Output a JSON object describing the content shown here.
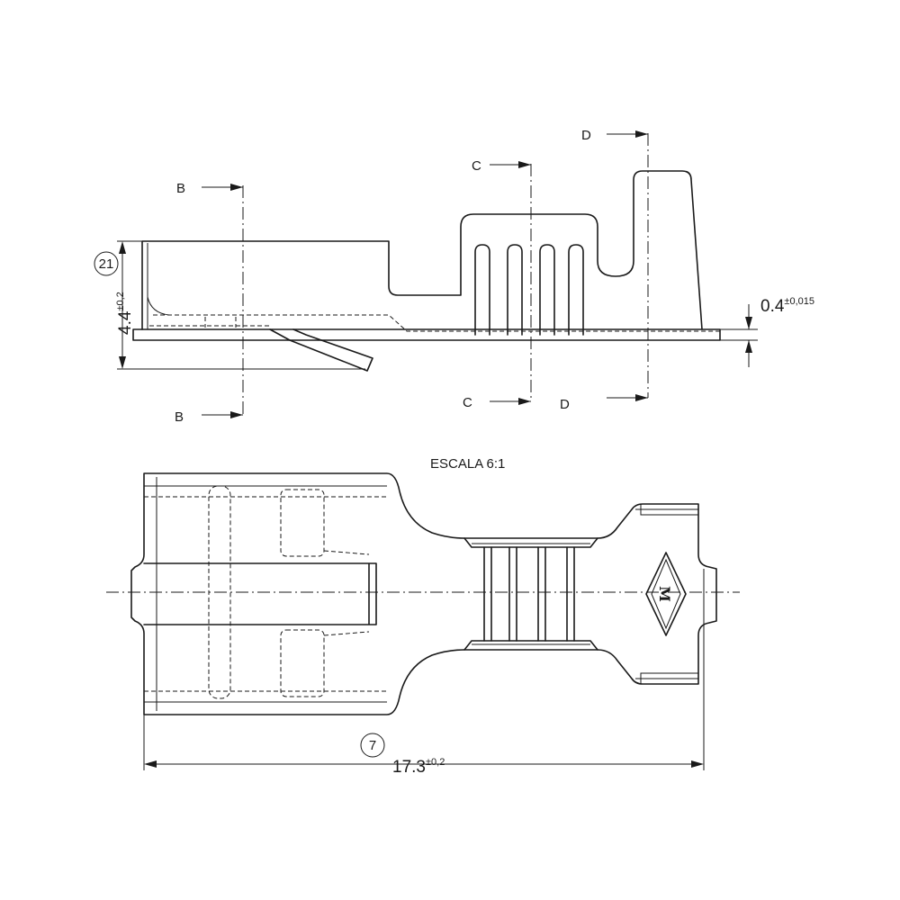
{
  "section_labels": {
    "b_top": "B",
    "b_bottom": "B",
    "c_top": "C",
    "c_bottom": "C",
    "d_top": "D",
    "d_bottom": "D"
  },
  "dimensions": {
    "height": {
      "value": "4.4",
      "tolerance": "±0,2"
    },
    "thickness": {
      "value": "0.4",
      "tolerance": "±0,015"
    },
    "length": {
      "value": "17.3",
      "tolerance": "±0,2"
    }
  },
  "balloons": {
    "side_view": "21",
    "top_view": "7"
  },
  "scale_note": "ESCALA 6:1",
  "logo_letter": "M"
}
